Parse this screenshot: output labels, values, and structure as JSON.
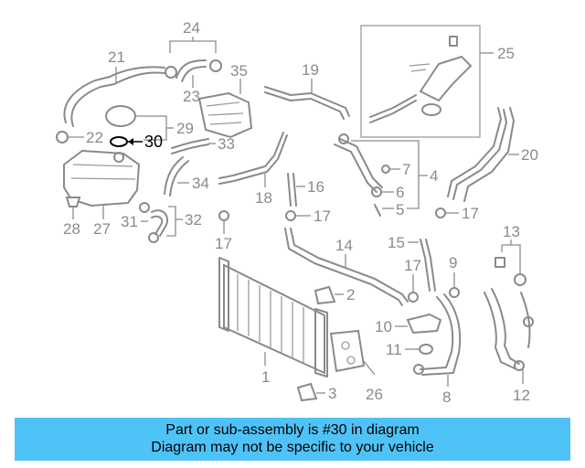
{
  "diagram": {
    "highlight_part": "30",
    "callouts": [
      "24",
      "21",
      "23",
      "35",
      "19",
      "25",
      "29",
      "22",
      "30",
      "33",
      "20",
      "7",
      "4",
      "6",
      "5",
      "34",
      "18",
      "16",
      "17",
      "28",
      "27",
      "31",
      "32",
      "14",
      "15",
      "13",
      "9",
      "2",
      "10",
      "11",
      "1",
      "26",
      "3",
      "8",
      "12"
    ]
  },
  "banner": {
    "line1": "Part or sub-assembly is #30 in diagram",
    "line2": "Diagram may not be specific to your vehicle",
    "color": "#4fc3f7"
  }
}
